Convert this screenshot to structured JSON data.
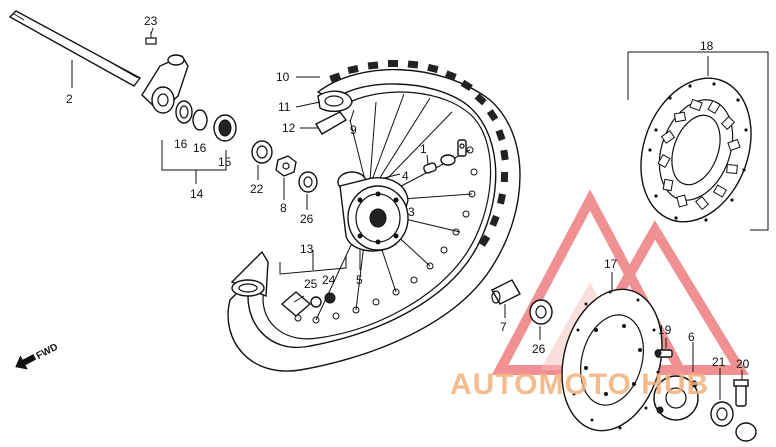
{
  "diagram": {
    "part_labels": {
      "p2": "2",
      "p23": "23",
      "p16a": "16",
      "p16b": "16",
      "p15": "15",
      "p14": "14",
      "p10": "10",
      "p11": "11",
      "p12": "12",
      "p9": "9",
      "p1": "1",
      "p4": "4",
      "p22": "22",
      "p8": "8",
      "p26a": "26",
      "p3": "3",
      "p5": "5",
      "p13": "13",
      "p25": "25",
      "p24": "24",
      "p18": "18",
      "p17": "17",
      "p7": "7",
      "p26b": "26",
      "p19": "19",
      "p6": "6",
      "p21": "21",
      "p20": "20"
    },
    "direction_label": "FWD",
    "watermark_text": "AUTOMOTO HUB",
    "watermark_color": "#e5363b",
    "watermark_text_color": "#f5b07a"
  }
}
